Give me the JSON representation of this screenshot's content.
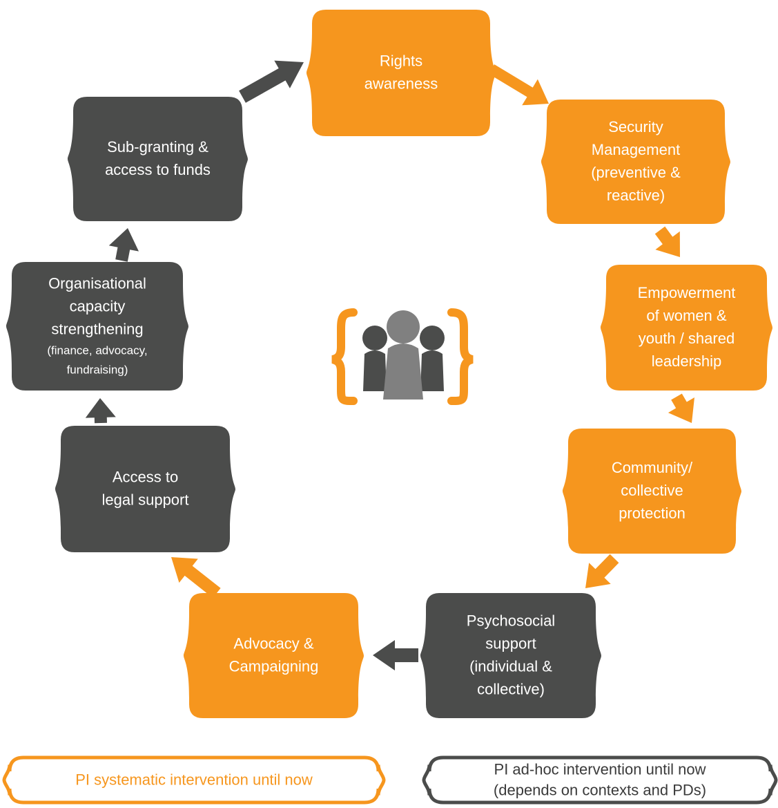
{
  "colors": {
    "orange": "#F6961E",
    "dark": "#4B4C4B",
    "grey": "#808080",
    "background": "#FFFFFF",
    "text_on_box": "#FFFFFF"
  },
  "center_icon": "people-group-icon",
  "nodes": [
    {
      "id": "rights",
      "style": "orange",
      "lines": [
        "Rights",
        "awareness"
      ]
    },
    {
      "id": "security",
      "style": "orange",
      "lines": [
        "Security",
        "Management",
        "(preventive &",
        "reactive)"
      ]
    },
    {
      "id": "empowerment",
      "style": "orange",
      "lines": [
        "Empowerment",
        "of women &",
        "youth / shared",
        "leadership"
      ]
    },
    {
      "id": "community",
      "style": "orange",
      "lines": [
        "Community/",
        "collective",
        "protection"
      ]
    },
    {
      "id": "psychosocial",
      "style": "dark",
      "lines": [
        "Psychosocial",
        "support",
        "(individual &",
        "collective)"
      ]
    },
    {
      "id": "advocacy",
      "style": "orange",
      "lines": [
        "Advocacy &",
        "Campaigning"
      ]
    },
    {
      "id": "legal",
      "style": "dark",
      "lines": [
        "Access to",
        "legal support"
      ]
    },
    {
      "id": "organisational",
      "style": "dark",
      "lines": [
        "Organisational",
        "capacity",
        "strengthening"
      ],
      "small_lines": [
        "(finance, advocacy,",
        "fundraising)"
      ]
    },
    {
      "id": "subgranting",
      "style": "dark",
      "lines": [
        "Sub-granting &",
        "access to funds"
      ]
    }
  ],
  "edges": [
    {
      "from": "rights",
      "to": "security",
      "style": "orange"
    },
    {
      "from": "security",
      "to": "empowerment",
      "style": "orange"
    },
    {
      "from": "empowerment",
      "to": "community",
      "style": "orange"
    },
    {
      "from": "community",
      "to": "psychosocial",
      "style": "orange"
    },
    {
      "from": "psychosocial",
      "to": "advocacy",
      "style": "dark"
    },
    {
      "from": "advocacy",
      "to": "legal",
      "style": "orange"
    },
    {
      "from": "legal",
      "to": "organisational",
      "style": "dark"
    },
    {
      "from": "organisational",
      "to": "subgranting",
      "style": "dark"
    },
    {
      "from": "subgranting",
      "to": "rights",
      "style": "dark"
    }
  ],
  "legend": [
    {
      "style": "orange",
      "lines": [
        "PI systematic intervention until now"
      ]
    },
    {
      "style": "dark",
      "lines": [
        "PI ad-hoc intervention until now",
        "(depends on contexts and PDs)"
      ]
    }
  ]
}
